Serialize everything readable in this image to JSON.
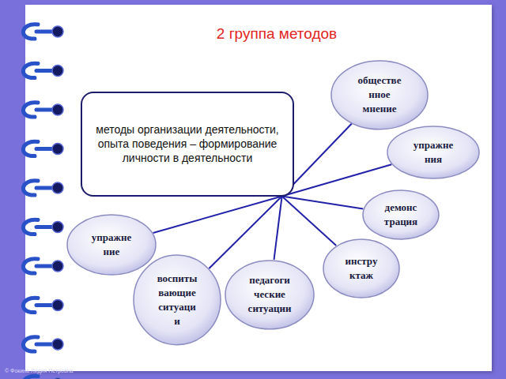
{
  "diagram": {
    "title": "2 группа методов",
    "nodes": [
      {
        "text": [
          "методы организации деятельности, опыта поведения – формирование личности в деятельности"
        ]
      },
      {
        "text": [
          "обществе нное мнение"
        ]
      },
      {
        "text": [
          "упражне ния"
        ]
      },
      {
        "text": [
          "демонс трация"
        ]
      },
      {
        "text": [
          "упражне ние"
        ]
      },
      {
        "text": [
          "инстру ктаж"
        ]
      },
      {
        "text": [
          "педагоги ческие ситуации"
        ]
      },
      {
        "text": [
          "воспиты вающие ситуаци и"
        ]
      }
    ],
    "edges": [
      {
        "from": 0,
        "to": 1,
        "arrow": "none"
      },
      {
        "from": 0,
        "to": 2,
        "arrow": "none"
      },
      {
        "from": 0,
        "to": 3,
        "arrow": "none"
      },
      {
        "from": 0,
        "to": 4,
        "arrow": "none"
      },
      {
        "from": 0,
        "to": 5,
        "arrow": "none"
      },
      {
        "from": 0,
        "to": 6,
        "arrow": "none"
      },
      {
        "from": 0,
        "to": 7,
        "arrow": "none"
      }
    ],
    "labels": [
      "© Фокина Лидия Петровна"
    ]
  }
}
